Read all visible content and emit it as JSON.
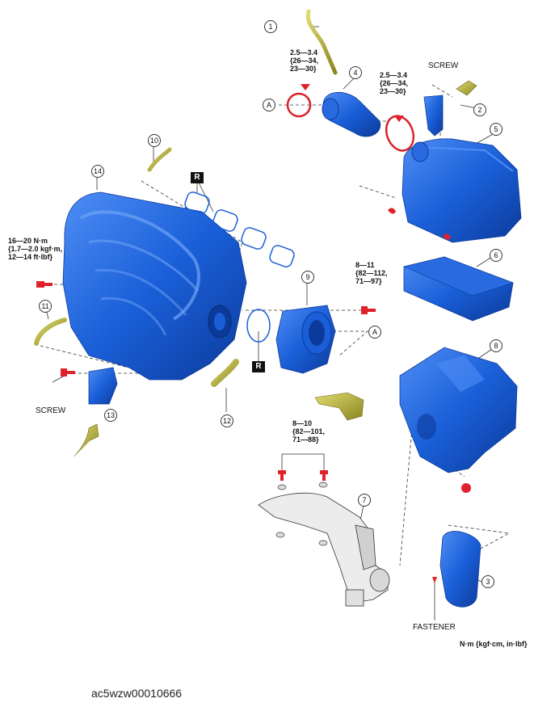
{
  "diagram": {
    "callouts": [
      "1",
      "2",
      "3",
      "4",
      "5",
      "6",
      "7",
      "8",
      "9",
      "10",
      "11",
      "12",
      "13",
      "14"
    ],
    "ref_marker": "A",
    "replace_marker": "R",
    "torque_air_hose_left": "2.5—3.4\n{26—34,\n23—30}",
    "torque_air_hose_right": "2.5—3.4\n{26—34,\n23—30}",
    "torque_intake_manifold": "16—20 N·m\n{1.7—2.0 kgf·m,\n12—14 ft·lbf}",
    "torque_throttle_body": "8—11\n{82—112,\n71—97}",
    "torque_air_cleaner": "8—10\n{82—101,\n71—88}",
    "label_screw_top": "SCREW",
    "label_screw_left": "SCREW",
    "label_fastener": "FASTENER",
    "units": "N·m {kgf·cm, in·lbf}",
    "figure_id": "ac5wzw00010666"
  },
  "colors": {
    "part_blue": "#1a5fd8",
    "part_dark_blue": "#0c3a9a",
    "clamp_red": "#d8232a",
    "bolt_red": "#e0202a",
    "hose_olive": "#b9b43a",
    "duct_grey": "#ececec",
    "outline": "#333333"
  }
}
